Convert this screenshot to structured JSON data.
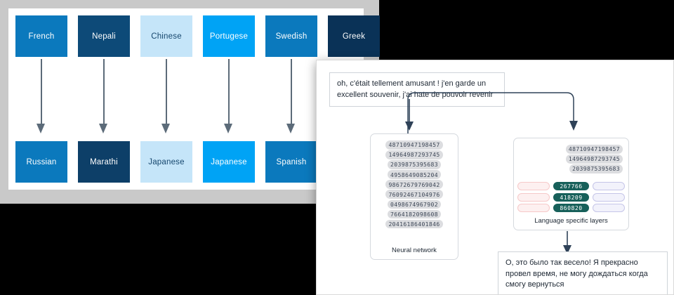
{
  "left_panel": {
    "source_languages": [
      {
        "label": "French",
        "color": "#0b79bd",
        "text_color": "#ffffff"
      },
      {
        "label": "Nepali",
        "color": "#0d4a78",
        "text_color": "#ffffff"
      },
      {
        "label": "Chinese",
        "color": "#c5e5f9",
        "text_color": "#16476e"
      },
      {
        "label": "Portugese",
        "color": "#00a3f5",
        "text_color": "#ffffff"
      },
      {
        "label": "Swedish",
        "color": "#0b79bd",
        "text_color": "#ffffff"
      },
      {
        "label": "Greek",
        "color": "#0a3257",
        "text_color": "#ffffff"
      }
    ],
    "target_languages": [
      {
        "label": "Russian",
        "color": "#0b79bd",
        "text_color": "#ffffff"
      },
      {
        "label": "Marathi",
        "color": "#0d3f68",
        "text_color": "#ffffff"
      },
      {
        "label": "Japanese",
        "color": "#c5e5f9",
        "text_color": "#16476e"
      },
      {
        "label": "Japanese",
        "color": "#00a3f5",
        "text_color": "#ffffff"
      },
      {
        "label": "Spanish",
        "color": "#0b79bd",
        "text_color": "#ffffff"
      }
    ],
    "arrow_color": "#5c6b79",
    "arrow_count": 5
  },
  "right_panel": {
    "source_text": "oh, c'était tellement amusant ! j'en garde un excellent souvenir, j'ai hate de pouvoir revenir",
    "target_text": "О, это было так весело! Я прекрасно провел время, не могу дождаться когда смогу вернуться",
    "neural_network": {
      "caption": "Neural network",
      "vectors": [
        "48710947198457",
        "14964987293745",
        "2039875395683",
        "4958649085204",
        "98672679769042",
        "76092467104976",
        "0498674967902",
        "7664182098608",
        "20416186401846"
      ]
    },
    "language_layers": {
      "caption": "Language specific layers",
      "vectors": [
        "48710947198457",
        "14964987293745",
        "2039875395683"
      ],
      "rows": [
        {
          "left_slot": "",
          "value": "267766",
          "right_slot": ""
        },
        {
          "left_slot": "",
          "value": "418209",
          "right_slot": ""
        },
        {
          "left_slot": "",
          "value": "860820",
          "right_slot": ""
        }
      ],
      "accent_green": "#17605a",
      "accent_pink": "#f6c9c9",
      "accent_purple": "#c5c5e8"
    },
    "connector_color": "#2f4258"
  }
}
